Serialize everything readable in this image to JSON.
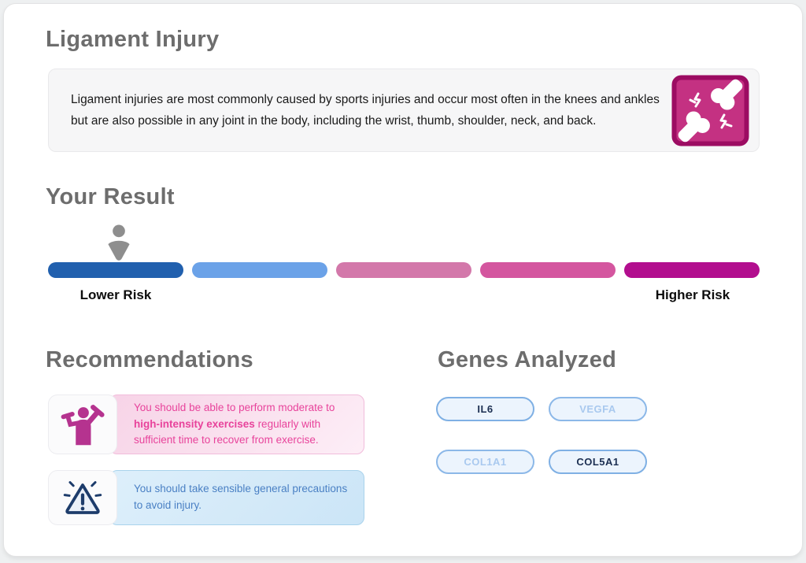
{
  "page": {
    "title": "Ligament Injury"
  },
  "info": {
    "text": "Ligament injuries are most commonly caused by sports injuries and occur most often in the knees and ankles but are also possible in any joint in the body, including the wrist, thumb, shoulder, neck, and back.",
    "icon": "joint-injury-icon",
    "icon_colors": {
      "fill": "#c43182",
      "border": "#9c0c62"
    }
  },
  "result": {
    "heading": "Your Result",
    "marker_icon": "person-marker-icon",
    "marker_color": "#8e8e8e",
    "marker_segment": "1 of 5 (lower risk)",
    "scale_low_label": "Lower Risk",
    "scale_high_label": "Higher Risk",
    "segment_colors": [
      "#2160ae",
      "#6ba2e8",
      "#d378aa",
      "#d4569f",
      "#b20e8e"
    ]
  },
  "recommendations": {
    "heading": "Recommendations",
    "items": [
      {
        "icon": "exercise-dumbbells-icon",
        "theme_color": "#e8439b",
        "text_before": "You should be able to perform moderate to ",
        "text_bold": "high-intensity exercises",
        "text_after": " regularly with sufficient time to recover from exercise."
      },
      {
        "icon": "warning-triangle-icon",
        "theme_color": "#4a80c4",
        "text_before": "You should take sensible general precautions to avoid injury.",
        "text_bold": "",
        "text_after": ""
      }
    ]
  },
  "genes": {
    "heading": "Genes Analyzed",
    "items": [
      {
        "label": "IL6",
        "highlighted": true
      },
      {
        "label": "VEGFA",
        "highlighted": false
      },
      {
        "label": "COL1A1",
        "highlighted": false
      },
      {
        "label": "COL5A1",
        "highlighted": true
      }
    ]
  }
}
